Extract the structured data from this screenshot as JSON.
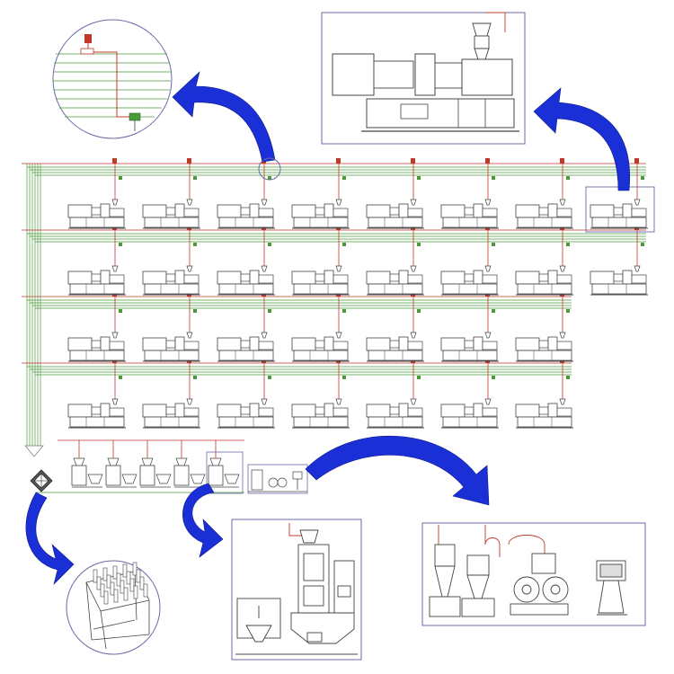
{
  "diagram": {
    "kind": "centralized-material-conveying-system-layout",
    "colors": {
      "background": "#ffffff",
      "line": "#3a3a3a",
      "frame": "#6a6aa8",
      "green_pipe": "#4a9a3a",
      "red_pipe": "#c0392b",
      "arrow": "#1a2fd6"
    },
    "machine_rows": [
      {
        "id": "row-1",
        "machines": 8
      },
      {
        "id": "row-2",
        "machines": 8
      },
      {
        "id": "row-3",
        "machines": 7
      },
      {
        "id": "row-4",
        "machines": 7
      }
    ],
    "dryer_units": 5,
    "callouts": [
      {
        "id": "pipe-valve-detail",
        "shape": "circle",
        "icon": "pipe-valve-detail-icon"
      },
      {
        "id": "injection-machine-detail",
        "shape": "rectangle",
        "icon": "injection-molding-machine-icon"
      },
      {
        "id": "distribution-station-detail",
        "shape": "circle",
        "icon": "distribution-station-icon"
      },
      {
        "id": "dryer-loader-detail",
        "shape": "rectangle",
        "icon": "dryer-loader-icon"
      },
      {
        "id": "blower-control-detail",
        "shape": "rectangle",
        "icon": "blower-control-cabinet-icon"
      }
    ]
  }
}
